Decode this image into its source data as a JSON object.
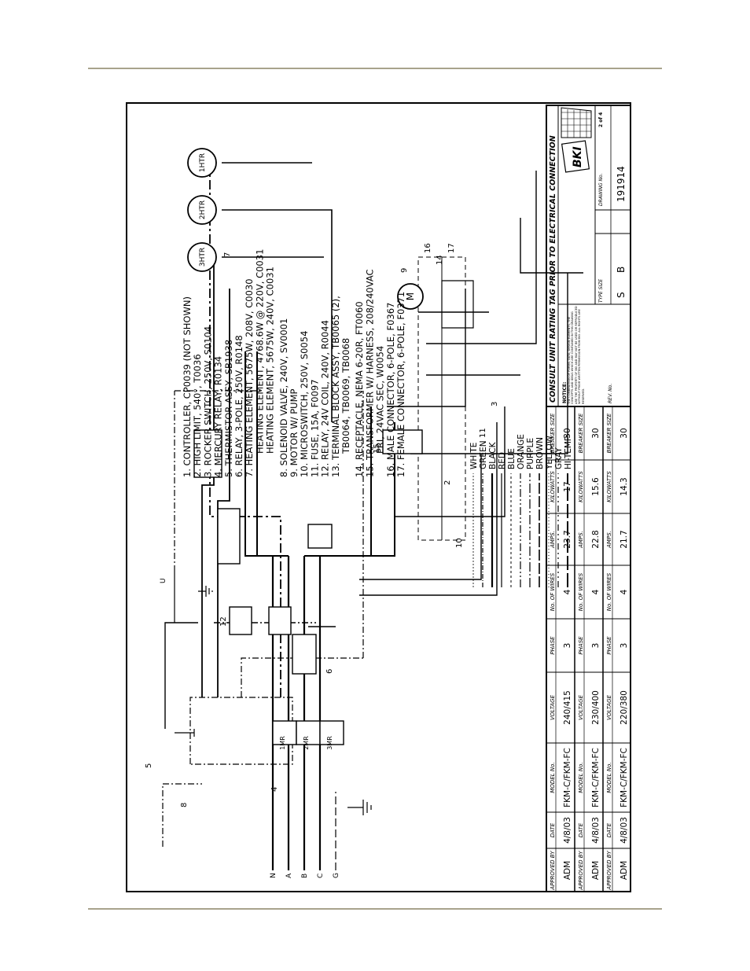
{
  "legend": {
    "items": [
      "1. CONTROLLER, CP0039 (NOT SHOWN)",
      "2. HIGH LIMIT, 540°, T0036",
      "3. ROCKER SWITCH, 250V, S0104",
      "4. MERCURY RELAY, R0134",
      "5. THERMISTOR ASSY, SB1938",
      "6. RELAY, 3-POLE, 250V, R0148",
      "7. HEATING ELEMENT, 5675W, 208V, C0030",
      "HEATING ELEMENT, 4768.6W @ 220V, C0031",
      "HEATING ELEMENT, 5675W, 240V, C0031",
      "8. SOLENOID VALVE, 240V, SV0001",
      "9. MOTOR W/ PUMP",
      "10. MICROSWITCH, 250V, S0054",
      "11. FUSE, 15A, F0097",
      "12. RELAY, 24V COIL, 240V, R0044",
      "13. TERMINAL BLOCK ASSY, TB0065 (2),",
      "TB0064, TB0069, TB0068",
      "14. RECEPTACLE, NEMA 6-20R, FT0060",
      "15. TRANSFORMER W/ HARNESS, 208/240VAC",
      "PRI, 24VAC SEC, W0054",
      "16. MALE CONNECTOR, 6-POLE, F0367",
      "17. FEMALE CONNECTOR, 6-POLE, F0371"
    ]
  },
  "wire_colors": [
    "WHITE",
    "GREEN",
    "BLACK",
    "RED",
    "BLUE",
    "ORANGE",
    "PURPLE",
    "BROWN",
    "YELLOW",
    "GRAY",
    "HI-TEMP"
  ],
  "diagram_labels": {
    "phases": [
      "N",
      "A",
      "B",
      "C",
      "G"
    ],
    "heaters": [
      "1HTR",
      "2HTR",
      "3HTR"
    ],
    "relays": [
      "1MR",
      "2MR",
      "3MR"
    ],
    "callouts": [
      "2",
      "3",
      "4",
      "5",
      "6",
      "7",
      "8",
      "9",
      "10",
      "11",
      "12",
      "14",
      "15",
      "16",
      "17"
    ],
    "motor": "M",
    "u_tag": "U"
  },
  "table": {
    "headers": [
      "APPROVED BY",
      "DATE",
      "MODEL No.",
      "VOLTAGE",
      "PHASE",
      "No. OF WIRES",
      "AMPS.",
      "KILOWATTS",
      "BREAKER SIZE"
    ],
    "rows": [
      [
        "ADM",
        "4/8/03",
        "FKM-C/FKM-FC",
        "240/415",
        "3",
        "4",
        "23.7",
        "17",
        "30"
      ],
      [
        "ADM",
        "4/8/03",
        "FKM-C/FKM-FC",
        "230/400",
        "3",
        "4",
        "22.8",
        "15.6",
        "30"
      ],
      [
        "ADM",
        "4/8/03",
        "FKM-C/FKM-FC",
        "220/380",
        "3",
        "4",
        "21.7",
        "14.3",
        "30"
      ]
    ]
  },
  "title_block": {
    "warning": "CONSULT UNIT RATING TAG PRIOR TO ELECTRICAL CONNECTION",
    "notice_title": "NOTICE:",
    "notice_text": "THE COMBINATION OF FORMS, DATA, DESIGN ELEMENTS, THE CONCEPTS AND IDEAS WHICH ARE CONTAINED IN THIS DRAWING ARE THE PROPERTY OF BKI AND MAY NOT BE USED OR REPRODUCED WITHOUT PRIOR WRITTEN PERMISSION FROM BKI. ALL RIGHTS ARE RESERVED.",
    "rev_label": "REV. No.",
    "type_size_label": "TYPE SIZE",
    "drawing_no_label": "DRAWING No.",
    "drawing_type": "S",
    "drawing_size": "B",
    "drawing_no": "191914",
    "sheet": "2 of 4",
    "logo_text": "BKI"
  }
}
